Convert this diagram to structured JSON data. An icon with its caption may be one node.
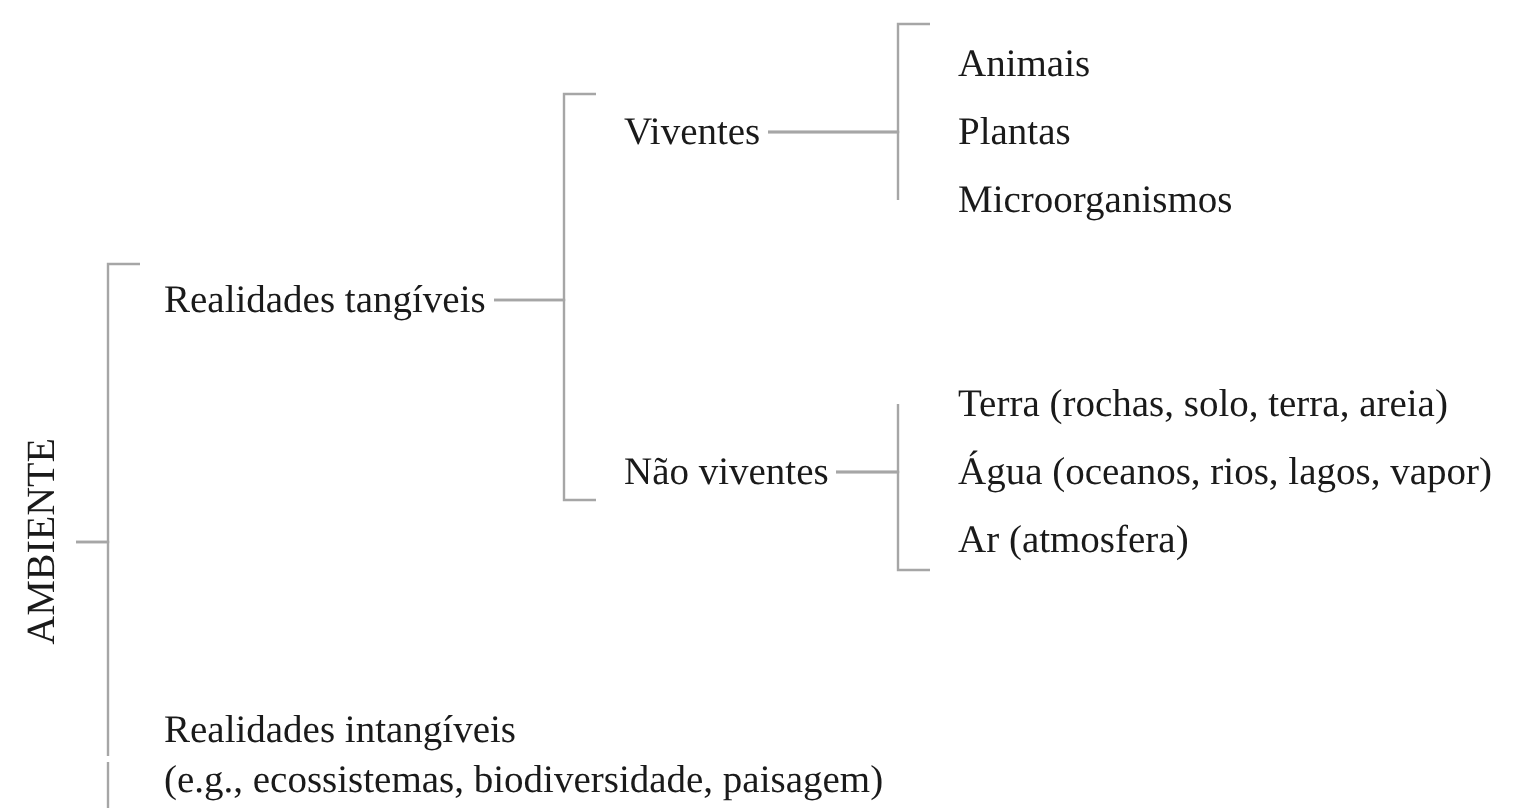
{
  "diagram": {
    "nodes": [
      {
        "text": [
          "AMBIENTE"
        ]
      },
      {
        "text": [
          "Realidades tangíveis"
        ]
      },
      {
        "text": [
          "Viventes"
        ]
      },
      {
        "text": [
          "Animais"
        ]
      },
      {
        "text": [
          "Plantas"
        ]
      },
      {
        "text": [
          "Microorganismos"
        ]
      },
      {
        "text": [
          "Não viventes"
        ]
      },
      {
        "text": [
          "Terra (rochas, solo, terra, areia)"
        ]
      },
      {
        "text": [
          "Água (oceanos, rios, lagos, vapor)"
        ]
      },
      {
        "text": [
          "Ar (atmosfera)"
        ]
      },
      {
        "text": [
          "Realidades intangíveis",
          "(e.g., ecossistemas, biodiversidade, paisagem)"
        ]
      }
    ],
    "edges": [
      {
        "from": 0,
        "to": 1,
        "arrow": "none"
      },
      {
        "from": 0,
        "to": 10,
        "arrow": "none"
      },
      {
        "from": 1,
        "to": 2,
        "arrow": "none"
      },
      {
        "from": 1,
        "to": 6,
        "arrow": "none"
      },
      {
        "from": 2,
        "to": 3,
        "arrow": "none"
      },
      {
        "from": 2,
        "to": 4,
        "arrow": "none"
      },
      {
        "from": 2,
        "to": 5,
        "arrow": "none"
      },
      {
        "from": 6,
        "to": 7,
        "arrow": "none"
      },
      {
        "from": 6,
        "to": 8,
        "arrow": "none"
      },
      {
        "from": 6,
        "to": 9,
        "arrow": "none"
      }
    ]
  }
}
